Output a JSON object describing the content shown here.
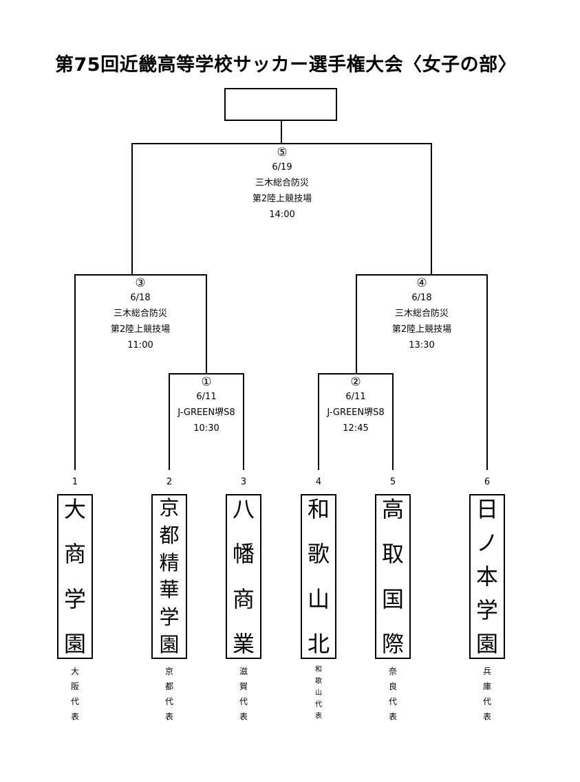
{
  "title": "第75回近畿高等学校サッカー選手権大会〈女子の部〉",
  "winner_box": "",
  "matches": {
    "m5": {
      "num": "⑤",
      "date": "6/19",
      "venue1": "三木総合防災",
      "venue2": "第2陸上競技場",
      "time": "14:00"
    },
    "m3": {
      "num": "③",
      "date": "6/18",
      "venue1": "三木総合防災",
      "venue2": "第2陸上競技場",
      "time": "11:00"
    },
    "m4": {
      "num": "④",
      "date": "6/18",
      "venue1": "三木総合防災",
      "venue2": "第2陸上競技場",
      "time": "13:30"
    },
    "m1": {
      "num": "①",
      "date": "6/11",
      "venue1": "J-GREEN堺S8",
      "time": "10:30"
    },
    "m2": {
      "num": "②",
      "date": "6/11",
      "venue1": "J-GREEN堺S8",
      "time": "12:45"
    }
  },
  "teams": [
    {
      "seed": "1",
      "name": [
        "大",
        "商",
        "学",
        "園"
      ],
      "rep": [
        "大",
        "阪",
        "代",
        "表"
      ]
    },
    {
      "seed": "2",
      "name": [
        "京",
        "都",
        "精",
        "華",
        "学",
        "園"
      ],
      "rep": [
        "京",
        "都",
        "代",
        "表"
      ]
    },
    {
      "seed": "3",
      "name": [
        "八",
        "幡",
        "商",
        "業"
      ],
      "rep": [
        "滋",
        "賀",
        "代",
        "表"
      ]
    },
    {
      "seed": "4",
      "name": [
        "和",
        "歌",
        "山",
        "北"
      ],
      "rep": [
        "和",
        "歌",
        "山",
        "代",
        "表"
      ]
    },
    {
      "seed": "5",
      "name": [
        "高",
        "取",
        "国",
        "際"
      ],
      "rep": [
        "奈",
        "良",
        "代",
        "表"
      ]
    },
    {
      "seed": "6",
      "name": [
        "日",
        "ノ",
        "本",
        "学",
        "園"
      ],
      "rep": [
        "兵",
        "庫",
        "代",
        "表"
      ]
    }
  ]
}
